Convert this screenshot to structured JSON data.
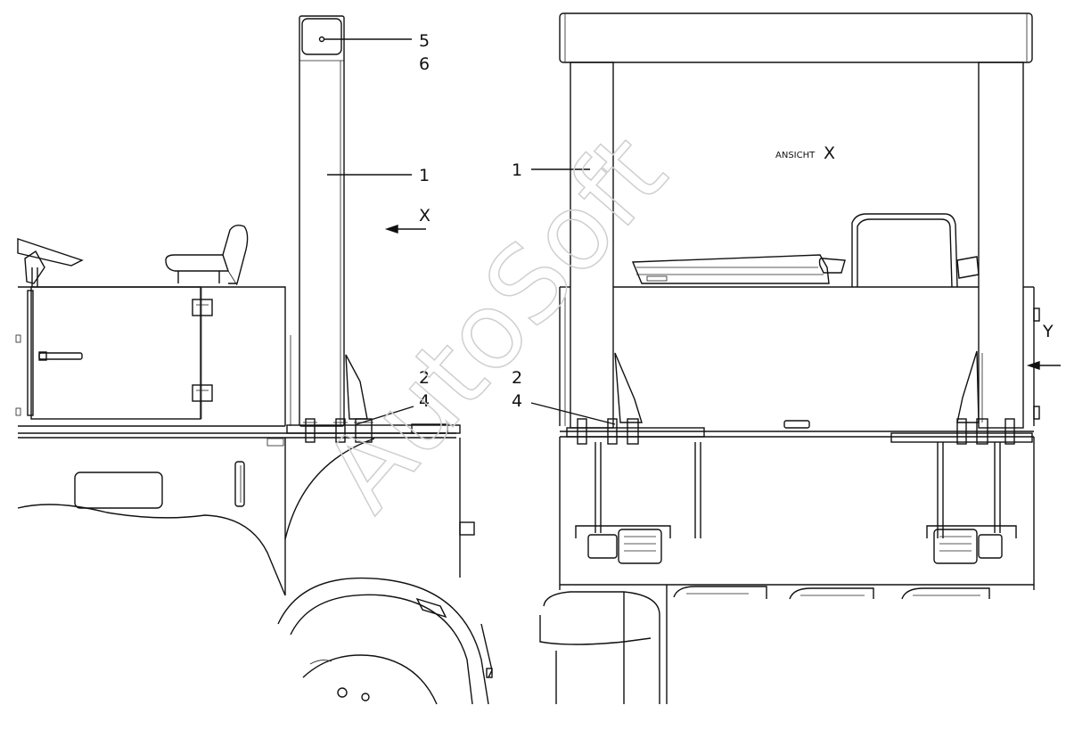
{
  "callouts": {
    "left_view": {
      "label_5": "5",
      "label_6": "6",
      "label_1": "1",
      "label_2": "2",
      "label_4": "4",
      "view_arrow_x": "X"
    },
    "right_view": {
      "label_1": "1",
      "label_2": "2",
      "label_4": "4",
      "view_title_prefix": "ANSICHT",
      "view_title_letter": "X",
      "view_arrow_y": "Y"
    }
  },
  "watermark": {
    "text": "AutoSoft",
    "color": "#cfcfcf"
  },
  "colors": {
    "line": "#111111",
    "background": "#ffffff"
  }
}
